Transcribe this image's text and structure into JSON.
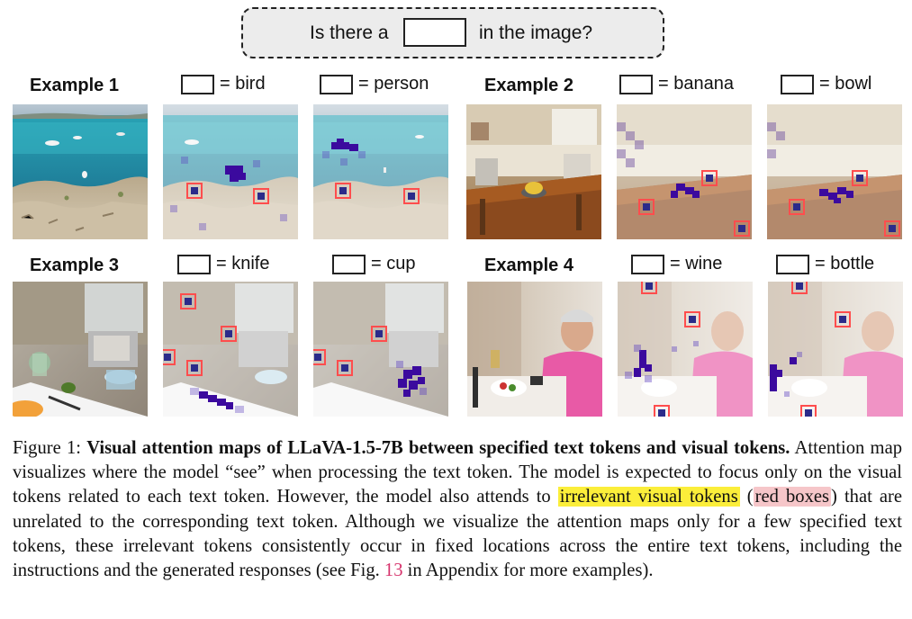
{
  "prompt": {
    "before": "Is there a",
    "after": "in the image?"
  },
  "examples": [
    {
      "title": "Example 1",
      "tokens": [
        {
          "eq": "= bird"
        },
        {
          "eq": "= person"
        }
      ]
    },
    {
      "title": "Example 2",
      "tokens": [
        {
          "eq": "= banana"
        },
        {
          "eq": "= bowl"
        }
      ]
    },
    {
      "title": "Example 3",
      "tokens": [
        {
          "eq": "= knife"
        },
        {
          "eq": "= cup"
        }
      ]
    },
    {
      "title": "Example 4",
      "tokens": [
        {
          "eq": "= wine"
        },
        {
          "eq": "= bottle"
        }
      ]
    }
  ],
  "caption": {
    "figure_label": "Figure 1:",
    "bold_title": "Visual attention maps of LLaVA-1.5-7B between specified text tokens and visual tokens.",
    "text_1": "Attention map visualizes where the model “see” when processing the text token. The model is expected to focus only on the visual tokens related to each text token. However, the model also attends to",
    "highlight_yellow": "irrelevant visual tokens",
    "paren_open": "(",
    "highlight_red": "red boxes",
    "paren_close": ")",
    "text_2": "that are unrelated to the corresponding text token. Although we visualize the attention maps only for a few specified text tokens, these irrelevant tokens consistently occur in fixed locations across the entire text tokens, including the instructions and the generated responses (see Fig.",
    "fig_ref": "13",
    "text_3": "in Appendix for more examples)."
  },
  "colors": {
    "attention": "#3b0a9e",
    "red_box": "#ff4d4d",
    "highlight_yellow": "#fbee3a",
    "highlight_red": "#f6c6c9",
    "fig_ref": "#d6336c"
  }
}
